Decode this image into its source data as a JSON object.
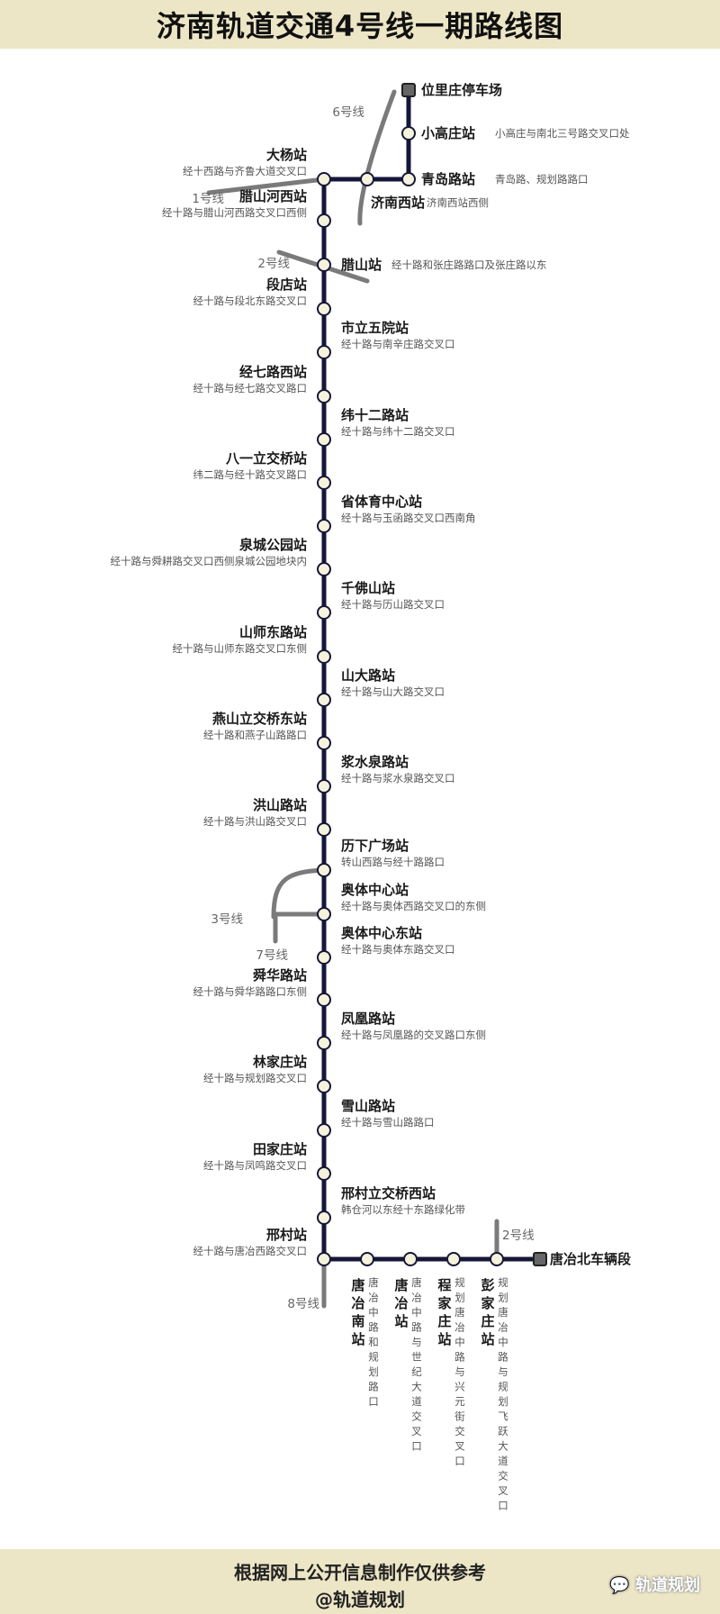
{
  "title": "济南轨道交通4号线一期路线图",
  "footer": {
    "note": "根据网上公开信息制作仅供参考",
    "credit": "@轨道规划",
    "watermark": "轨道规划"
  },
  "colors": {
    "header_bg": "#ece6c6",
    "main_line": "#161638",
    "branch_line": "#7a7a7a",
    "station_fill": "#f6f3dc"
  },
  "top_branch": [
    {
      "name": "位里庄停车场",
      "loc": "",
      "depot": true
    },
    {
      "name": "小高庄站",
      "loc": "小高庄与南北三号路交叉口处"
    },
    {
      "name": "青岛路站",
      "loc": "青岛路、规划路路口"
    }
  ],
  "left_stations": [
    {
      "name": "大杨站",
      "loc": "经十西路与齐鲁大道交叉口"
    },
    {
      "name": "腊山河西站",
      "loc": "经十路与腊山河西路交叉口西侧"
    },
    {
      "name": "段店站",
      "loc": "经十路与段北东路交叉口"
    },
    {
      "name": "经七路西站",
      "loc": "经十路与经七路交叉路口"
    },
    {
      "name": "八一立交桥站",
      "loc": "纬二路与经十路交叉路口"
    },
    {
      "name": "泉城公园站",
      "loc": "经十路与舜耕路交叉口西侧泉城公园地块内"
    },
    {
      "name": "山师东路站",
      "loc": "经十路与山师东路交叉口东侧"
    },
    {
      "name": "燕山立交桥东站",
      "loc": "经十路和燕子山路路口"
    },
    {
      "name": "洪山路站",
      "loc": "经十路与洪山路交叉口"
    },
    {
      "name": "舜华路站",
      "loc": "经十路与舜华路路口东侧"
    },
    {
      "name": "林家庄站",
      "loc": "经十路与规划路交叉口"
    },
    {
      "name": "田家庄站",
      "loc": "经十路与凤鸣路交叉口"
    },
    {
      "name": "邢村站",
      "loc": "经十路与唐冶西路交叉口"
    }
  ],
  "right_stations": [
    {
      "name": "济南西站",
      "loc": "济南西站西侧"
    },
    {
      "name": "腊山站",
      "loc": "经十路和张庄路路口及张庄路以东"
    },
    {
      "name": "市立五院站",
      "loc": "经十路与南辛庄路交叉口"
    },
    {
      "name": "纬十二路站",
      "loc": "经十路与纬十二路交叉口"
    },
    {
      "name": "省体育中心站",
      "loc": "经十路与玉函路交叉口西南角"
    },
    {
      "name": "千佛山站",
      "loc": "经十路与历山路交叉口"
    },
    {
      "name": "山大路站",
      "loc": "经十路与山大路交叉口"
    },
    {
      "name": "浆水泉路站",
      "loc": "经十路与浆水泉路交叉口"
    },
    {
      "name": "历下广场站",
      "loc": "转山西路与经十路路口"
    },
    {
      "name": "奥体中心站",
      "loc": "经十路与奥体西路交叉口的东侧"
    },
    {
      "name": "奥体中心东站",
      "loc": "经十路与奥体东路交叉口"
    },
    {
      "name": "凤凰路站",
      "loc": "经十路与凤凰路的交叉路口东侧"
    },
    {
      "name": "雪山路站",
      "loc": "经十路与雪山路路口"
    },
    {
      "name": "邢村立交桥西站",
      "loc": "韩仓河以东经十东路绿化带"
    }
  ],
  "bottom_stations": [
    {
      "name": "唐冶南站",
      "loc": "唐冶中路和规划路口"
    },
    {
      "name": "唐冶站",
      "loc": "唐冶中路与世纪大道交叉口"
    },
    {
      "name": "程家庄站",
      "loc": "规划唐冶中路与兴元街交叉口"
    },
    {
      "name": "彭家庄站",
      "loc": "规划唐冶中路与规划飞跃大道交叉口"
    }
  ],
  "end_depot": "唐冶北车辆段",
  "transfer_lines": {
    "line1": "1号线",
    "line2a": "2号线",
    "line6": "6号线",
    "line3": "3号线",
    "line7": "7号线",
    "line8": "8号线",
    "line2b": "2号线"
  }
}
